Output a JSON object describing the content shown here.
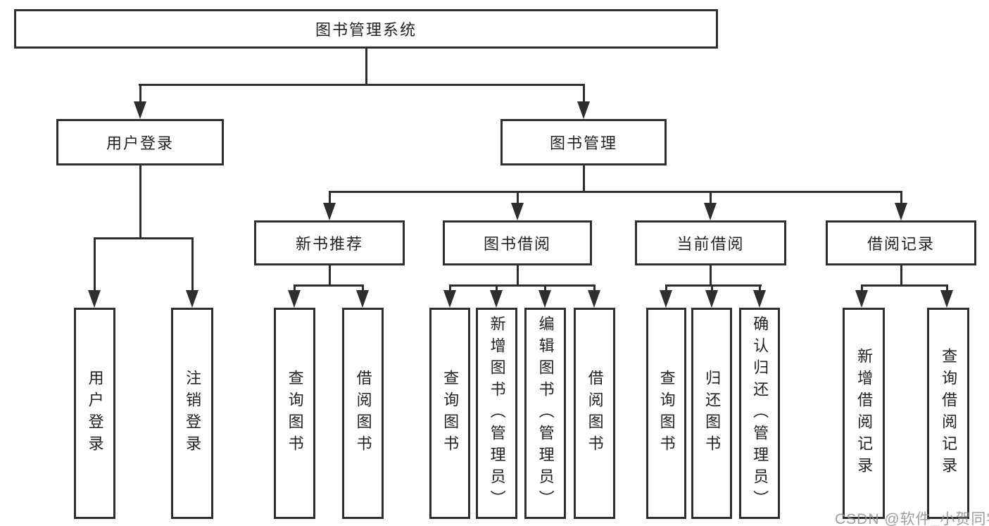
{
  "diagram": {
    "root": {
      "label": "图书管理系统"
    },
    "level2": [
      {
        "label": "用户登录"
      },
      {
        "label": "图书管理"
      }
    ],
    "level3": [
      {
        "label": "新书推荐"
      },
      {
        "label": "图书借阅"
      },
      {
        "label": "当前借阅"
      },
      {
        "label": "借阅记录"
      }
    ],
    "leaves": {
      "user_login": [
        {
          "label": "用户登录"
        },
        {
          "label": "注销登录"
        }
      ],
      "new_book": [
        {
          "label": "查询图书"
        },
        {
          "label": "借阅图书"
        }
      ],
      "book_borrow": [
        {
          "label": "查询图书"
        },
        {
          "label": "新增图书（管理员）"
        },
        {
          "label": "编辑图书（管理员）"
        },
        {
          "label": "借阅图书"
        }
      ],
      "current_borrow": [
        {
          "label": "查询图书"
        },
        {
          "label": "归还图书"
        },
        {
          "label": "确认归还（管理员）"
        }
      ],
      "records": [
        {
          "label": "新增借阅记录"
        },
        {
          "label": "查询借阅记录"
        }
      ]
    },
    "colors": {
      "line": "#2e2e2e",
      "text": "#222222",
      "box_background": "#ffffff",
      "watermark": "#8e9199"
    }
  },
  "watermark": {
    "text": "CSDN @软件_小贺同学"
  }
}
